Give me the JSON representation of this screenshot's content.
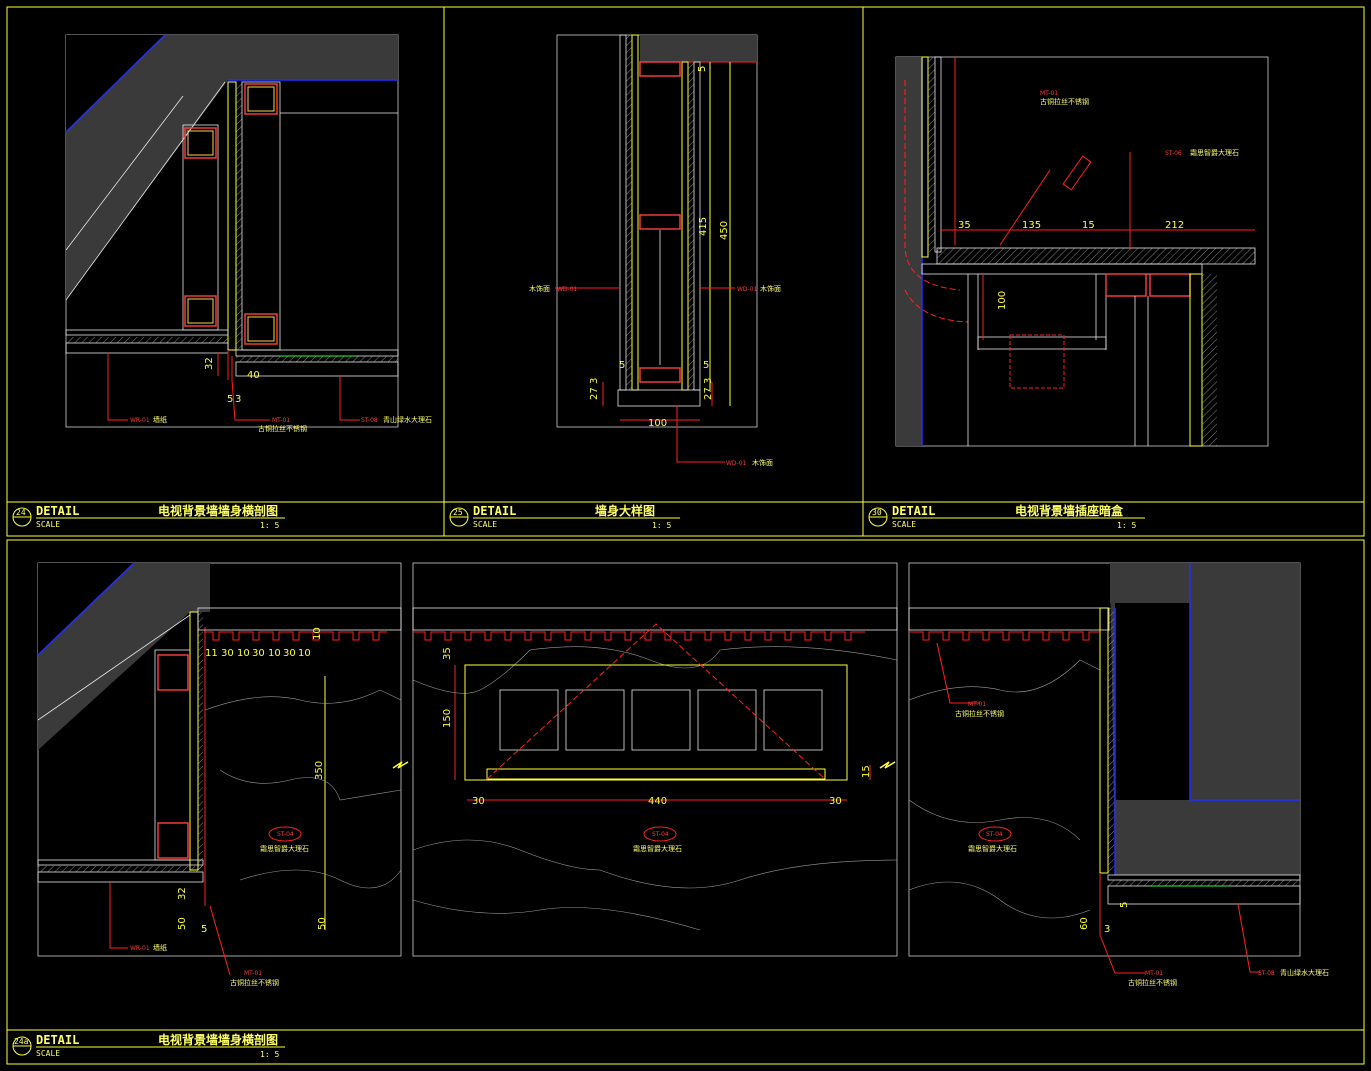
{
  "drawing": {
    "colors": {
      "frame": "#ffff33",
      "dim": "#ff2020",
      "wall": "#e8e8e8",
      "blue": "#2030ff",
      "green": "#30ff30",
      "fill": "#3a3a3a"
    },
    "details": [
      {
        "id": "d24",
        "num": "24",
        "detail": "DETAIL",
        "scale_label": "SCALE",
        "title": "电视背景墙墙身横剖图",
        "scale": "1: 5"
      },
      {
        "id": "d25",
        "num": "25",
        "detail": "DETAIL",
        "scale_label": "SCALE",
        "title": "墙身大样图",
        "scale": "1: 5"
      },
      {
        "id": "d30",
        "num": "30",
        "detail": "DETAIL",
        "scale_label": "SCALE",
        "title": "电视背景墙插座暗盒",
        "scale": "1: 5"
      },
      {
        "id": "d24a",
        "num": "24a",
        "detail": "DETAIL",
        "scale_label": "SCALE",
        "title": "电视背景墙墙身横剖图",
        "scale": "1: 5"
      }
    ],
    "labels": {
      "wr01_text": "墙纸",
      "wr01_tag": "WR-01",
      "mt01_text": "古铜拉丝不锈钢",
      "mt01_tag": "MT-01",
      "st08_text": "青山绿水大理石",
      "st08_tag": "ST-08",
      "wd01_text": "木饰面",
      "wd01_tag": "WD-01",
      "st06_text": "霜思智爵大理石",
      "st06_tag": "ST-06",
      "st04_text": "霜思智爵大理石",
      "st04_tag": "ST-04"
    },
    "dims_d24": [
      "32",
      "40",
      "5",
      "3"
    ],
    "dims_d25": [
      "5",
      "415",
      "450",
      "5",
      "5",
      "27",
      "3",
      "27",
      "3",
      "100"
    ],
    "dims_d30": [
      "35",
      "135",
      "15",
      "212",
      "100"
    ],
    "dims_d24a_left": [
      "11",
      "30",
      "10",
      "30",
      "10",
      "30",
      "10",
      "10",
      "350",
      "32",
      "50",
      "5",
      "50"
    ],
    "dims_d24a_mid": [
      "35",
      "150",
      "15",
      "30",
      "440",
      "30"
    ],
    "dims_d24a_right": [
      "5",
      "60",
      "3"
    ]
  }
}
